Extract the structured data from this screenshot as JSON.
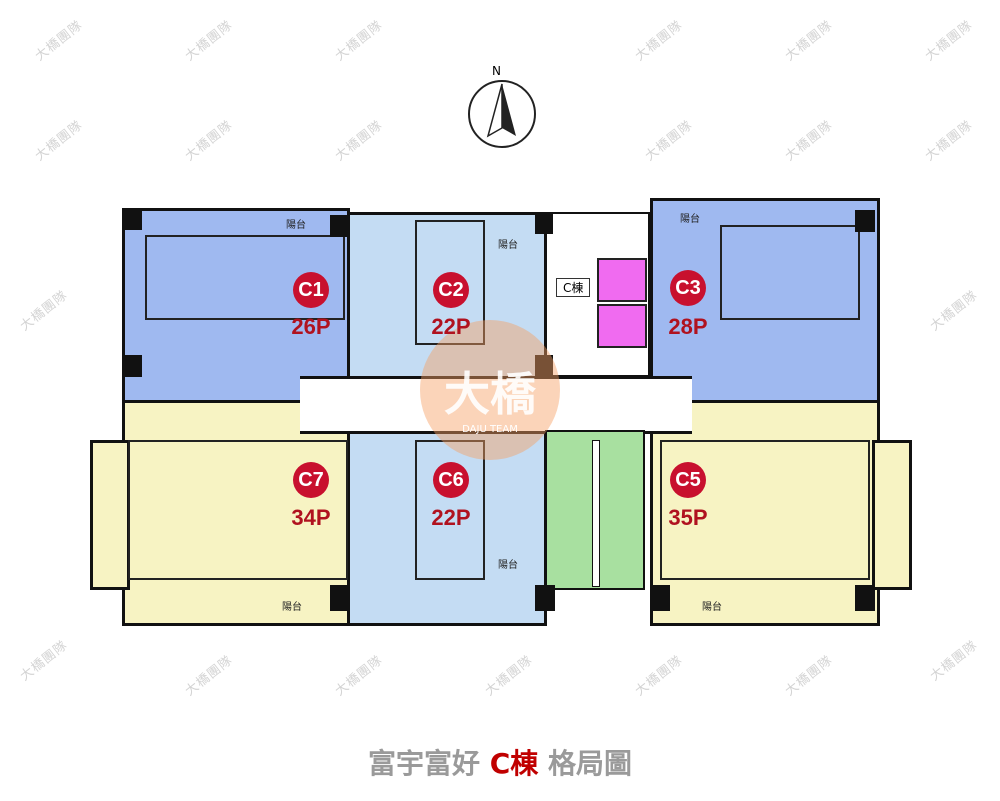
{
  "watermark": "大橋團隊",
  "compass": {
    "label": "N"
  },
  "logo": {
    "main": "大橋",
    "sub": "DAJU TEAM"
  },
  "core_label": "C棟",
  "balcony_label": "陽台",
  "units": [
    {
      "id": "C1",
      "ping": "26P"
    },
    {
      "id": "C2",
      "ping": "22P"
    },
    {
      "id": "C3",
      "ping": "28P"
    },
    {
      "id": "C7",
      "ping": "34P"
    },
    {
      "id": "C6",
      "ping": "22P"
    },
    {
      "id": "C5",
      "ping": "35P"
    }
  ],
  "title": {
    "prefix": "富宇富好",
    "building": "C棟",
    "suffix": "格局圖"
  },
  "colors": {
    "unit_blue": "#9fb9f0",
    "unit_light_blue": "#c4dcf3",
    "unit_yellow": "#f7f3c3",
    "elevator": "#f06bf0",
    "stairs": "#a8e0a0",
    "badge": "#c8102e"
  }
}
